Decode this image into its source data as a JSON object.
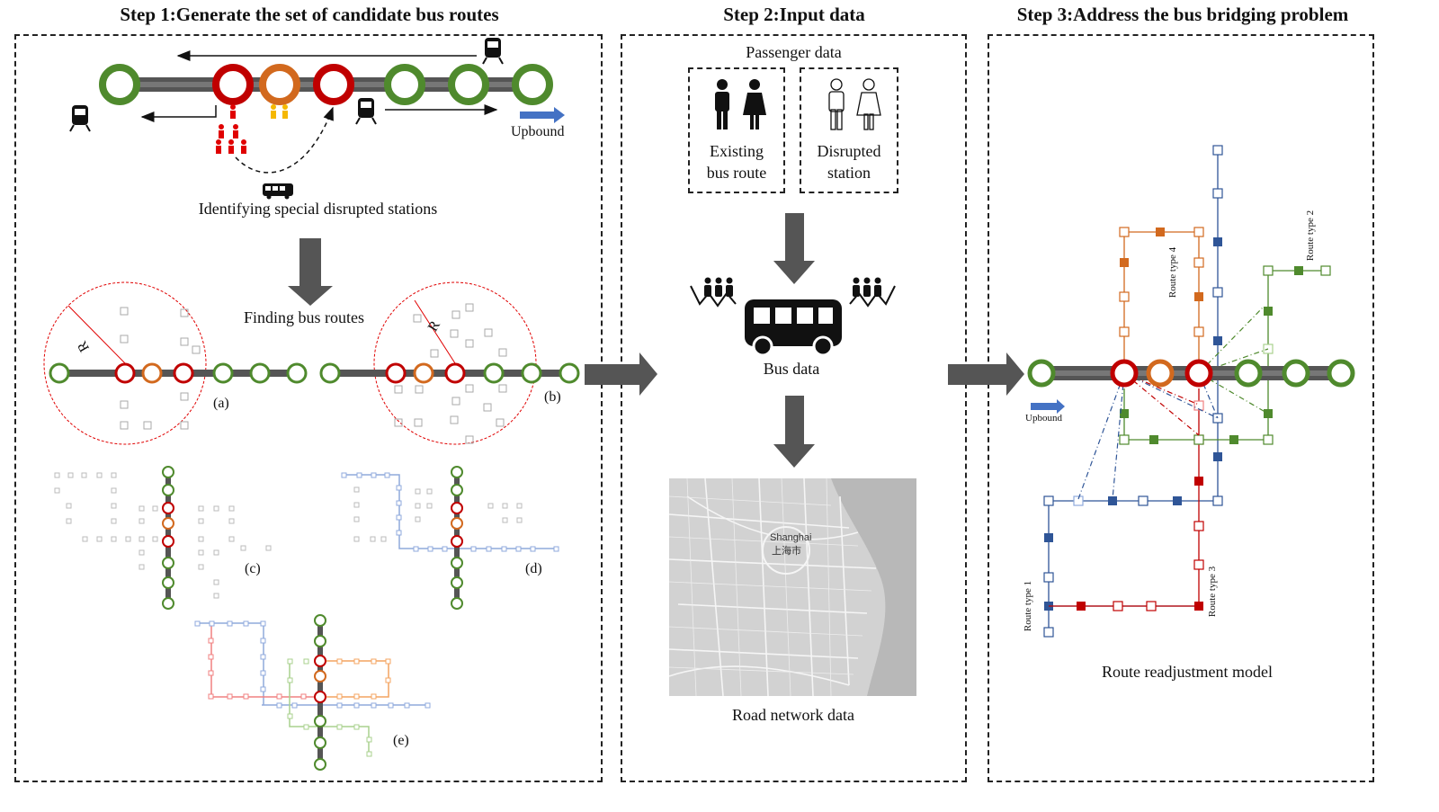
{
  "steps": {
    "step1": "Step 1:Generate the set of candidate bus routes",
    "step2": "Step 2:Input data",
    "step3": "Step 3:Address the bus bridging problem"
  },
  "step1": {
    "upbound": "Upbound",
    "identifying": "Identifying special disrupted stations",
    "finding": "Finding bus routes",
    "radius_label": "R",
    "sub_a": "(a)",
    "sub_b": "(b)",
    "sub_c": "(c)",
    "sub_d": "(d)",
    "sub_e": "(e)"
  },
  "step2": {
    "passenger_data": "Passenger data",
    "existing_line1": "Existing",
    "existing_line2": "bus route",
    "disrupted_line1": "Disrupted",
    "disrupted_line2": "station",
    "bus_data": "Bus data",
    "road_network": "Road network data",
    "map_city": "Shanghai",
    "map_city_cn": "上海市"
  },
  "step3": {
    "upbound": "Upbound",
    "route_type_1": "Route type 1",
    "route_type_2": "Route type 2",
    "route_type_3": "Route type 3",
    "route_type_4": "Route type 4",
    "model": "Route readjustment model"
  },
  "colors": {
    "normal_station": "#4f8a2d",
    "disrupted_station": "#c00000",
    "special_station": "#d2691e",
    "route_blue": "#2f5597",
    "route_red": "#c00000",
    "route_green": "#4f8a2d",
    "route_orange": "#d2691e",
    "arrow": "#555555",
    "upbound_arrow": "#4472c4"
  }
}
